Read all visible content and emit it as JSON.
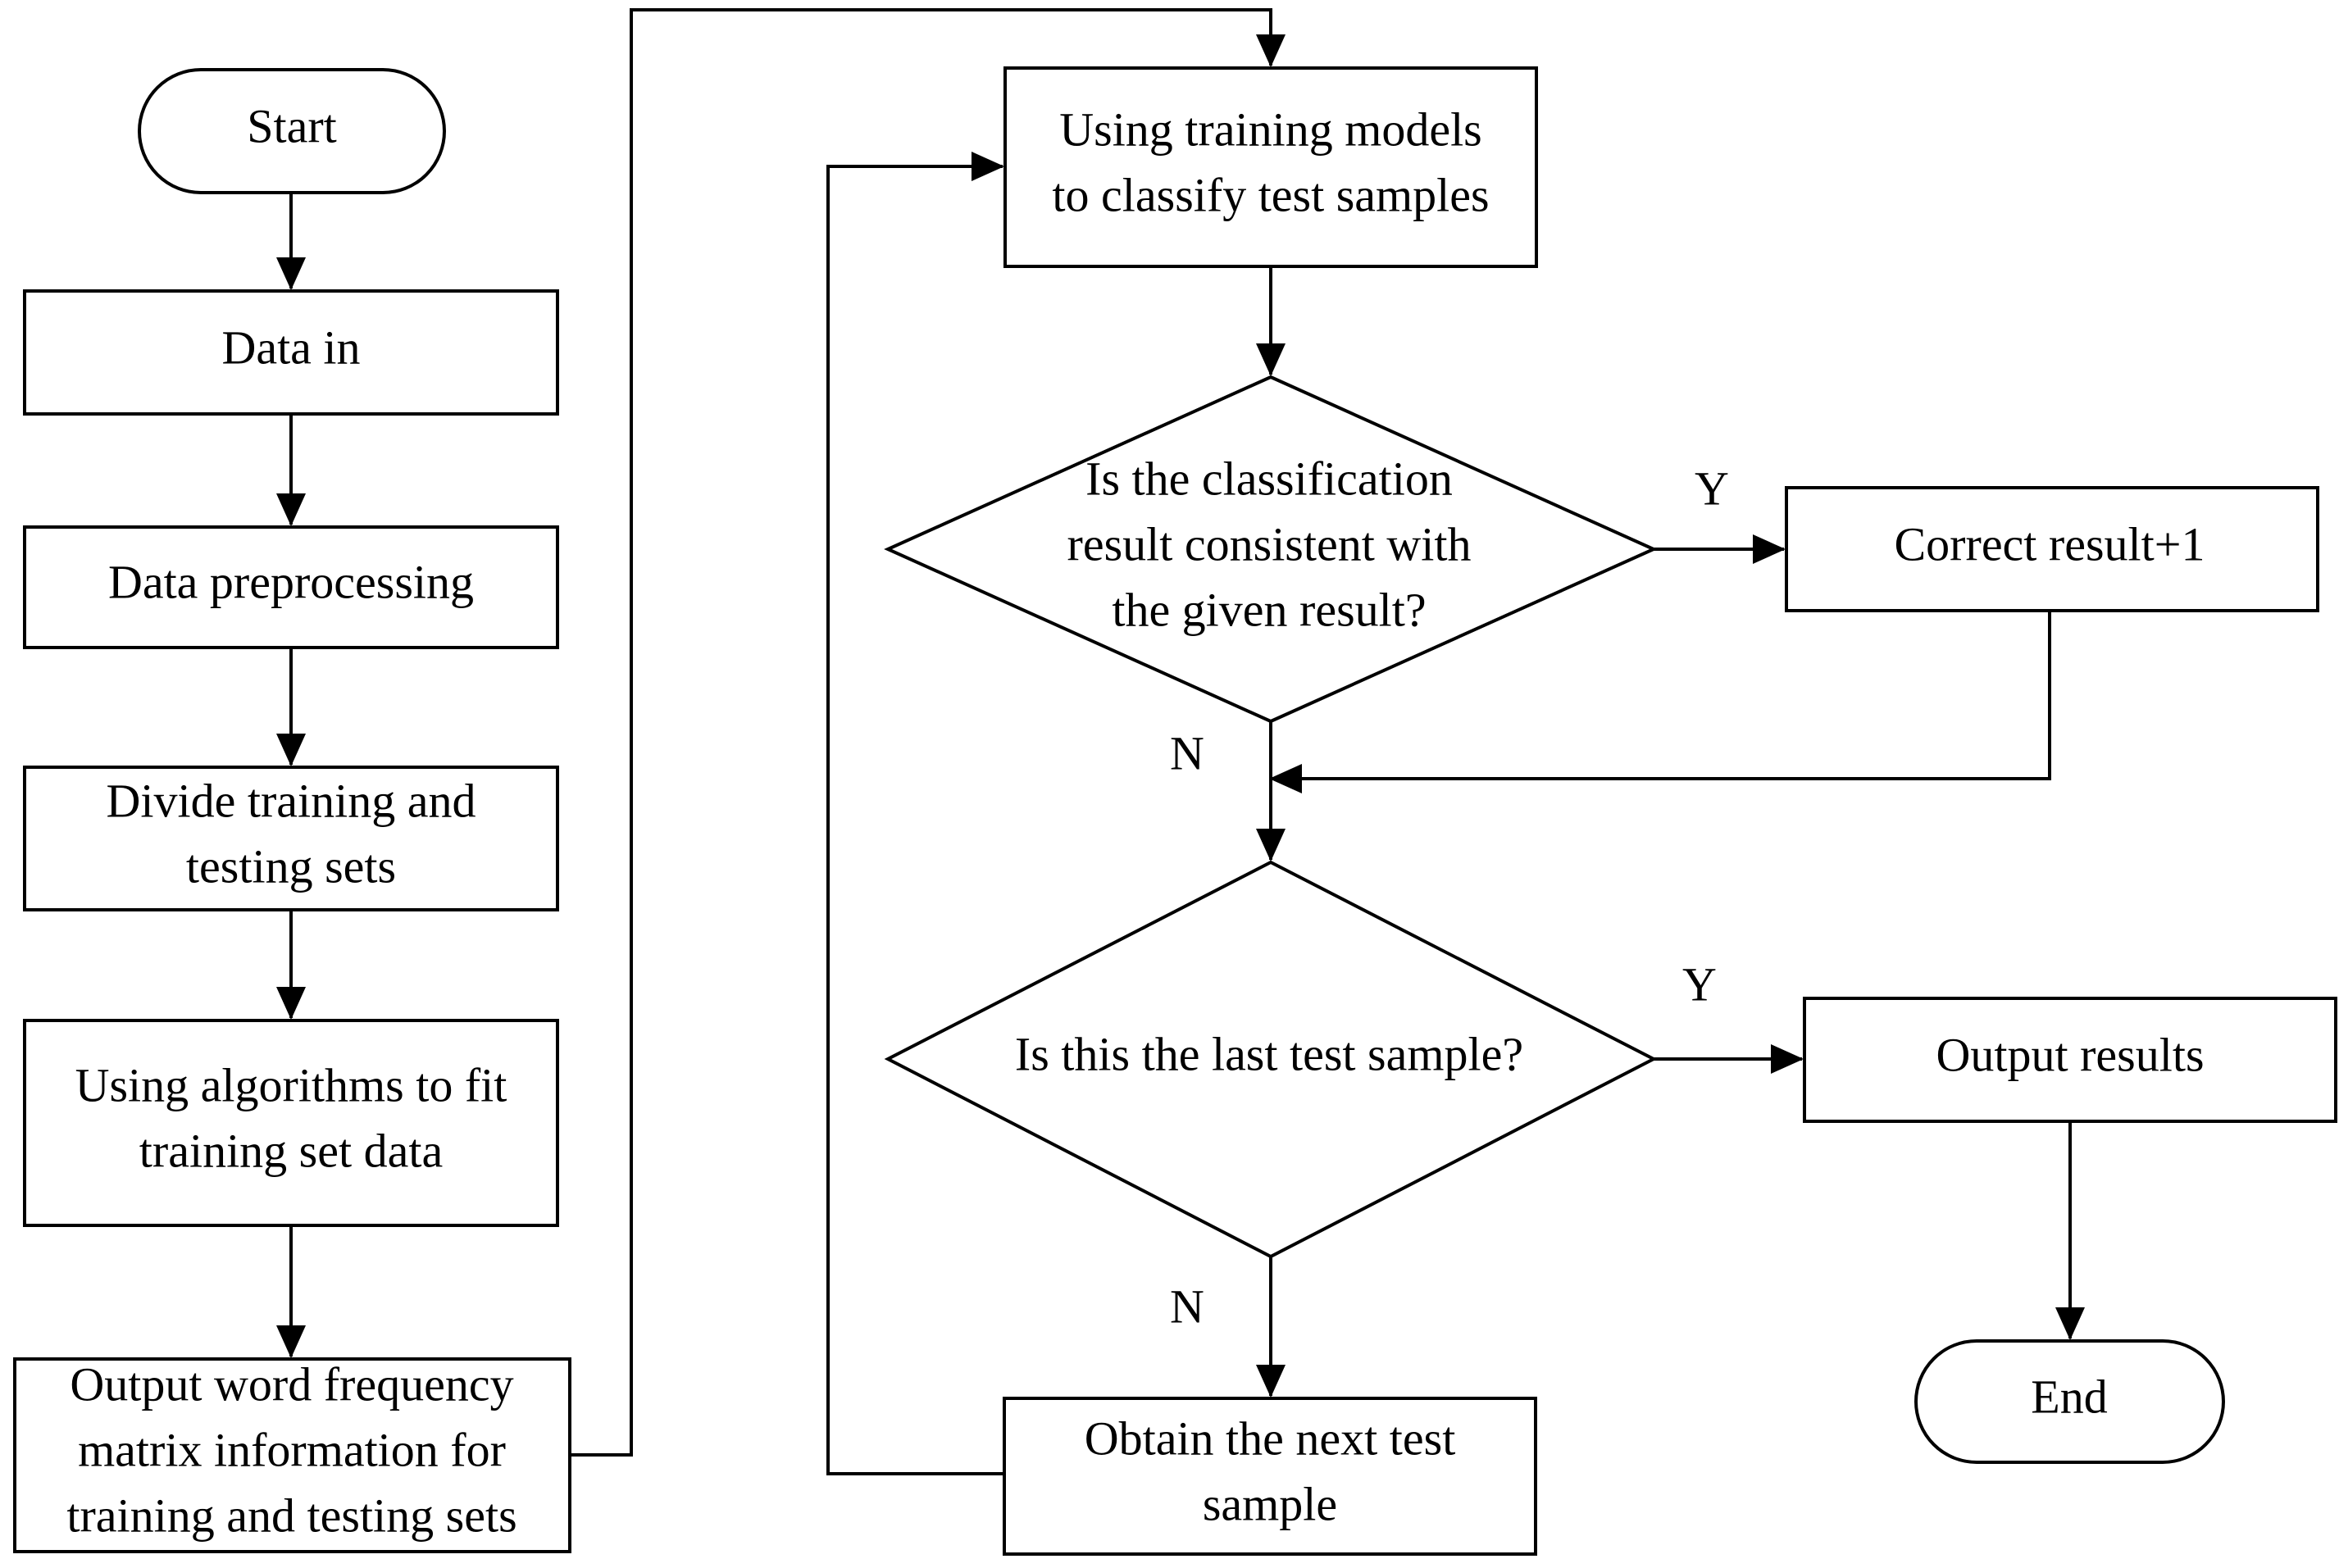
{
  "nodes": {
    "start": {
      "lines": [
        "Start"
      ]
    },
    "data_in": {
      "lines": [
        "Data in"
      ]
    },
    "preprocessing": {
      "lines": [
        "Data preprocessing"
      ]
    },
    "divide": {
      "lines": [
        "Divide training and",
        "testing sets"
      ]
    },
    "fit": {
      "lines": [
        "Using algorithms to fit",
        "training set data"
      ]
    },
    "output_matrix": {
      "lines": [
        "Output word frequency",
        "matrix information for",
        "training and testing sets"
      ]
    },
    "classify": {
      "lines": [
        "Using training models",
        "to classify test samples"
      ]
    },
    "decision_consistent": {
      "lines": [
        "Is the classification",
        "result consistent with",
        "the given result?"
      ]
    },
    "correct": {
      "lines": [
        "Correct result+1"
      ]
    },
    "decision_last": {
      "lines": [
        "Is this the last test sample?"
      ]
    },
    "output_results": {
      "lines": [
        "Output results"
      ]
    },
    "next_sample": {
      "lines": [
        "Obtain the next test",
        "sample"
      ]
    },
    "end": {
      "lines": [
        "End"
      ]
    }
  },
  "edge_labels": {
    "consistent_yes": "Y",
    "consistent_no": "N",
    "last_yes": "Y",
    "last_no": "N"
  }
}
